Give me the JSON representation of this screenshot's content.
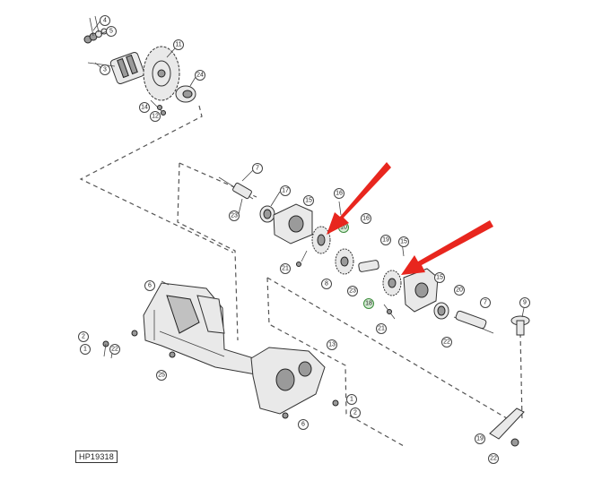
{
  "figure_id": "HP19318",
  "callouts": {
    "c4": "4",
    "c5": "5",
    "c3": "3",
    "c11": "11",
    "c24": "24",
    "c14": "14",
    "c12a": "12",
    "c7a": "7",
    "c17": "17",
    "c23a": "23",
    "c15a": "15",
    "c16a": "16",
    "c10": "10",
    "c16b": "16",
    "c21a": "21",
    "c19": "19",
    "c15b": "15",
    "c8": "8",
    "c23b": "23",
    "c18": "18",
    "c15c": "15",
    "c20": "20",
    "c7b": "7",
    "c9": "9",
    "c21b": "21",
    "c22a": "22",
    "c6a": "6",
    "c2a": "2",
    "c1a": "1",
    "c22b": "22",
    "c25": "25",
    "c13": "13",
    "c1b": "1",
    "c2b": "2",
    "c6b": "6",
    "c19b": "19",
    "c22c": "22"
  },
  "highlight_color": "#e8261e",
  "green_marker_color": "#3a8a3a"
}
